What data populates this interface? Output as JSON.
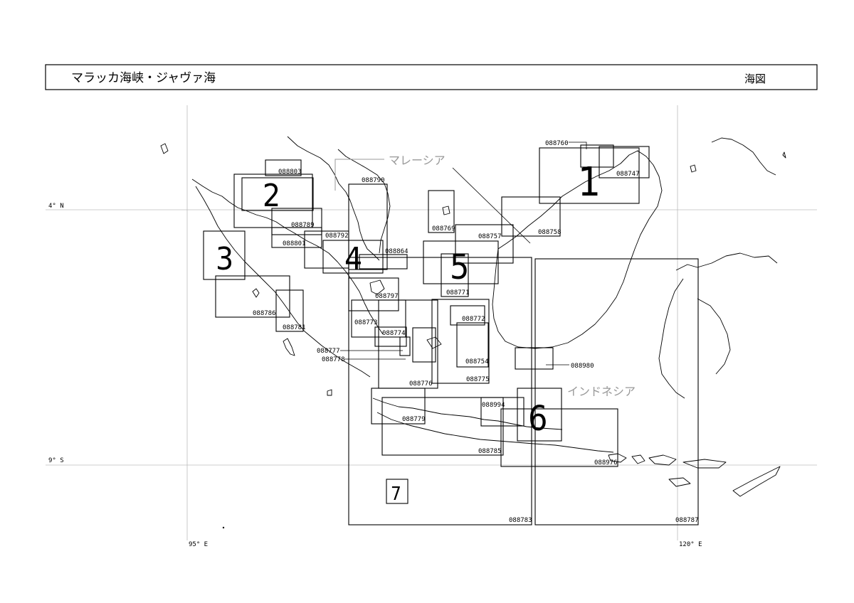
{
  "header": {
    "title": "マラッカ海峡・ジャヴァ海",
    "right_label": "海図"
  },
  "coordinates": {
    "lat_north": "4° N",
    "lat_south": "9° S",
    "lon_west": "95° E",
    "lon_east": "120° E"
  },
  "countries": {
    "malaysia": "マレーシア",
    "indonesia": "インドネシア"
  },
  "regions": {
    "r1": "1",
    "r2": "2",
    "r3": "3",
    "r4": "4",
    "r5": "5",
    "r6": "6",
    "r7": "7"
  },
  "charts": {
    "c088760": "088760",
    "c088747": "088747",
    "c088803": "088803",
    "c088790": "088790",
    "c088789": "088789",
    "c088792": "088792",
    "c088801": "088801",
    "c088864": "088864",
    "c088769": "088769",
    "c088757": "088757",
    "c088758": "088758",
    "c088771": "088771",
    "c088797": "088797",
    "c088786": "088786",
    "c088781": "088781",
    "c088772": "088772",
    "c088773": "088773",
    "c088774": "088774",
    "c088777": "088777",
    "c088778": "088778",
    "c088754": "088754",
    "c088776": "088776",
    "c088775": "088775",
    "c088980": "088980",
    "c088994": "088994",
    "c088779": "088779",
    "c088785": "088785",
    "c088976": "088976",
    "c088783": "088783",
    "c088787": "088787"
  }
}
